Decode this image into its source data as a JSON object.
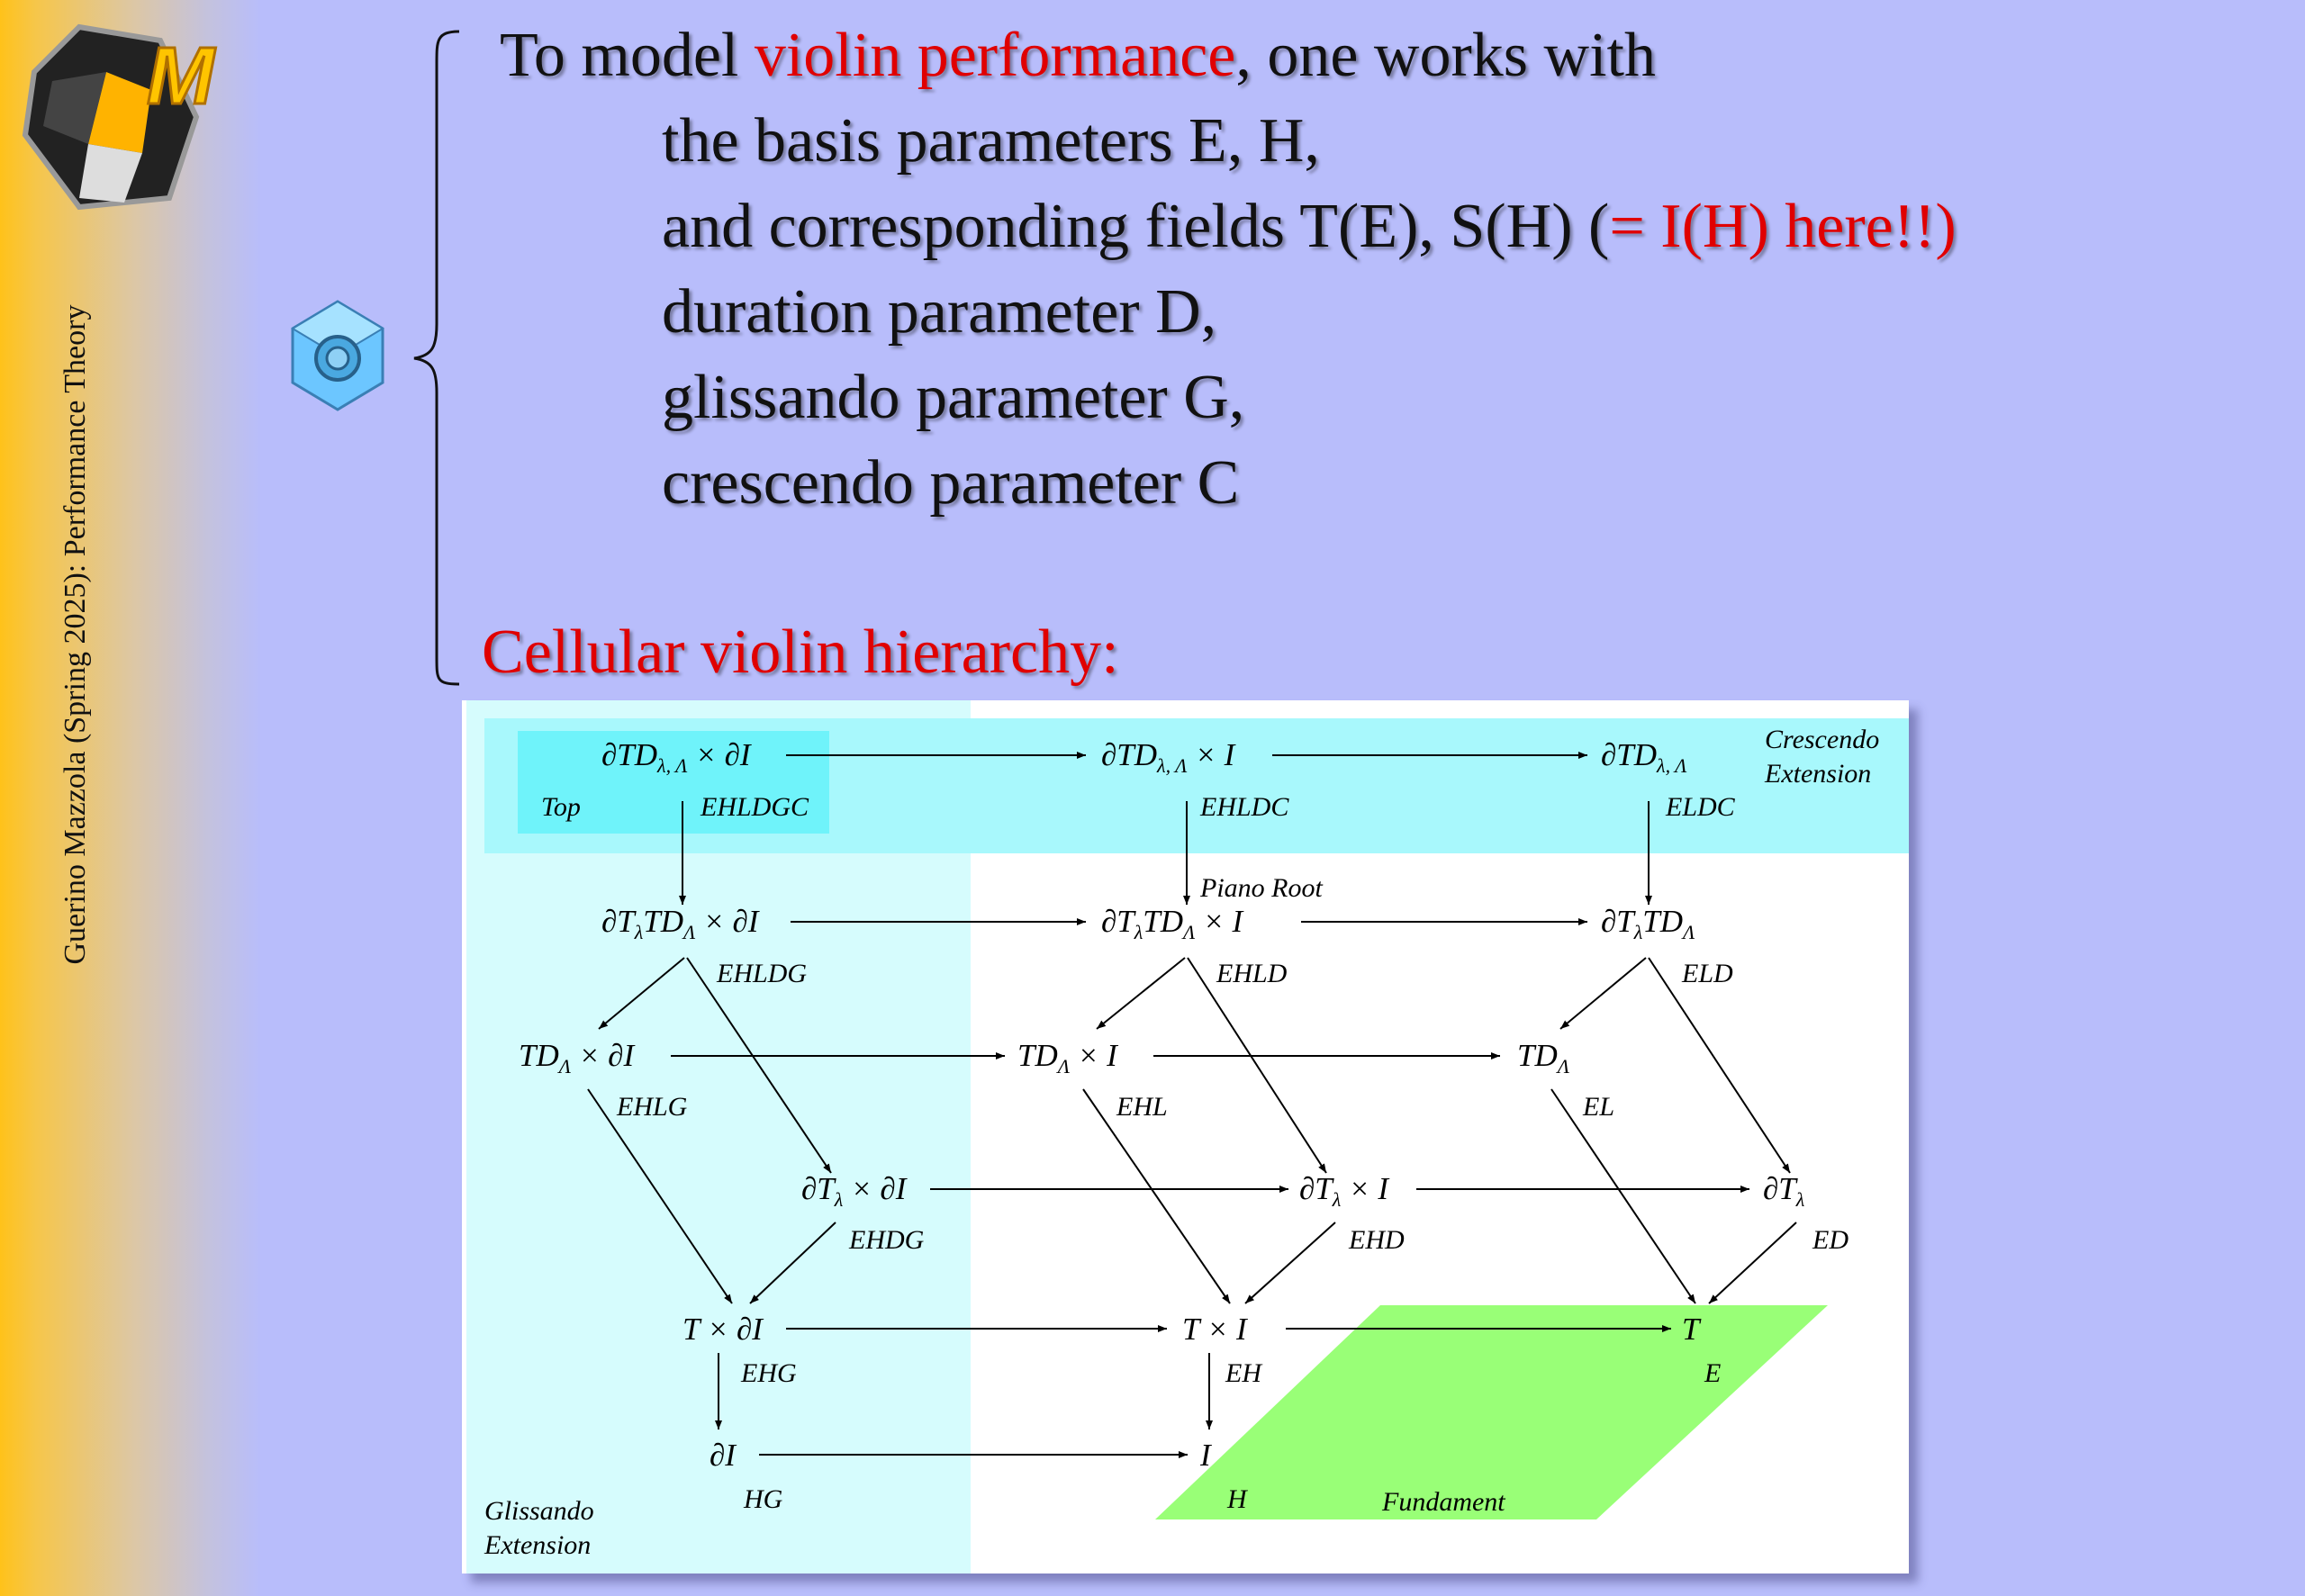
{
  "slide": {
    "vertical_caption": "Guerino Mazzola (Spring 2025): Performance Theory",
    "text": {
      "line1_a": "To model ",
      "line1_b": "violin performance",
      "line1_c": ", one works with",
      "line2": "the basis parameters E, H,",
      "line3_a": "and corresponding fields T(E), S(H) (",
      "line3_b": "= I(H) here!!)",
      "line4": "duration parameter D,",
      "line5": "glissando parameter G,",
      "line6": "crescendo parameter C",
      "heading": "Cellular violin hierarchy:"
    },
    "colors": {
      "background": "#b8bdfb",
      "accent_red": "#e00000",
      "left_bar": "#ffc21a",
      "crescendo_band": "#a8f8fc",
      "glissando_band": "#d6fcfd",
      "top_box": "#6ff3fa",
      "fundament": "#99ff77"
    }
  },
  "diagram": {
    "region_labels": {
      "crescendo": [
        "Crescendo",
        "Extension"
      ],
      "glissando": [
        "Glissando",
        "Extension"
      ],
      "top": "Top",
      "piano_root": "Piano Root",
      "fundament": "Fundament"
    },
    "nodes": {
      "n1": {
        "main": "∂TD",
        "sub": "λ, Λ",
        "rest": " × ∂I",
        "label": "EHLDGC"
      },
      "n2": {
        "main": "∂TD",
        "sub": "λ, Λ",
        "rest": " × I",
        "label": "EHLDC"
      },
      "n3": {
        "main": "∂TD",
        "sub": "λ, Λ",
        "rest": "",
        "label": "ELDC"
      },
      "n4": {
        "main": "∂T",
        "sub": "λ",
        "main2": "TD",
        "sub2": "Λ",
        "rest": " × ∂I",
        "label": "EHLDG"
      },
      "n5": {
        "main": "∂T",
        "sub": "λ",
        "main2": "TD",
        "sub2": "Λ",
        "rest": " × I",
        "label": "EHLD"
      },
      "n6": {
        "main": "∂T",
        "sub": "λ",
        "main2": "TD",
        "sub2": "Λ",
        "rest": "",
        "label": "ELD"
      },
      "n7": {
        "main": "TD",
        "sub": "Λ",
        "rest": " × ∂I",
        "label": "EHLG"
      },
      "n8": {
        "main": "TD",
        "sub": "Λ",
        "rest": " × I",
        "label": "EHL"
      },
      "n9": {
        "main": "TD",
        "sub": "Λ",
        "rest": "",
        "label": "EL"
      },
      "n10": {
        "main": "∂T",
        "sub": "λ",
        "rest": " × ∂I",
        "label": "EHDG"
      },
      "n11": {
        "main": "∂T",
        "sub": "λ",
        "rest": " × I",
        "label": "EHD"
      },
      "n12": {
        "main": "∂T",
        "sub": "λ",
        "rest": "",
        "label": "ED"
      },
      "n13": {
        "main": "T × ∂I",
        "label": "EHG"
      },
      "n14": {
        "main": "T × I",
        "label": "EH"
      },
      "n15": {
        "main": "T",
        "label": "E"
      },
      "n16": {
        "main": "∂I",
        "label": "HG"
      },
      "n17": {
        "main": "I",
        "label": "H"
      }
    }
  }
}
